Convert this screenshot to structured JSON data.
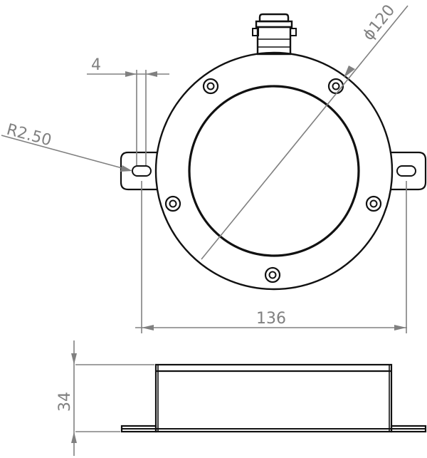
{
  "drawing": {
    "dimensions": {
      "overall_width": "136",
      "height": "34",
      "tab_width": "4",
      "slot_radius": "R2.50",
      "diameter": "ϕ120"
    }
  }
}
